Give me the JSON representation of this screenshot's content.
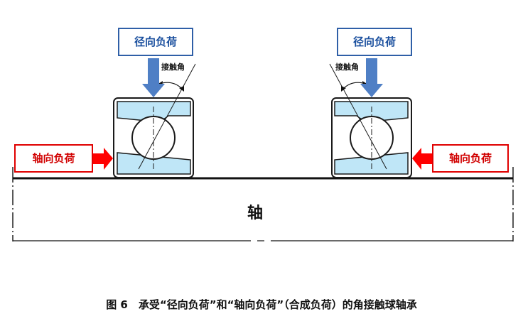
{
  "labels": {
    "radial_load_left": "径向负荷",
    "radial_load_right": "径向负荷",
    "axial_load_left": "轴向负荷",
    "axial_load_right": "轴向负荷",
    "contact_angle_left": "接触角",
    "contact_angle_right": "接触角",
    "shaft": "轴"
  },
  "caption": "图 6　承受“径向负荷”和“轴向负荷”（合成负荷）的角接触球轴承",
  "colors": {
    "radial_arrow": "#4f7fc5",
    "axial_arrow": "#ff0000",
    "bearing_fill": "#bfe6f7",
    "outline": "#1a1a1a"
  }
}
